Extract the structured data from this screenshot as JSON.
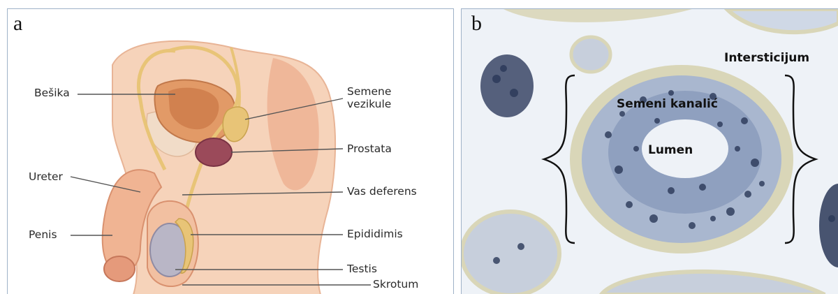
{
  "panels": {
    "a": {
      "letter": "a",
      "labels": {
        "besika": "Bešika",
        "ureter": "Ureter",
        "penis": "Penis",
        "semene_line1": "Semene",
        "semene_line2": "vezikule",
        "prostata": "Prostata",
        "vas_deferens": "Vas deferens",
        "epididimis": "Epididimis",
        "testis": "Testis",
        "skrotum": "Skrotum"
      }
    },
    "b": {
      "letter": "b",
      "labels": {
        "intersticijum": "Intersticijum",
        "semeni_kanalic": "Semeni kanalić",
        "lumen": "Lumen"
      }
    }
  },
  "colors": {
    "skin": "#f3c3a3",
    "skin_dark": "#d9916f",
    "duct": "#e8c477",
    "prostate": "#9b4a5a",
    "testis": "#b9b6c6",
    "tissue_bg": "#eef2f7",
    "tubule_wall": "#d9d6b8",
    "nuclei": "#2a3858"
  }
}
